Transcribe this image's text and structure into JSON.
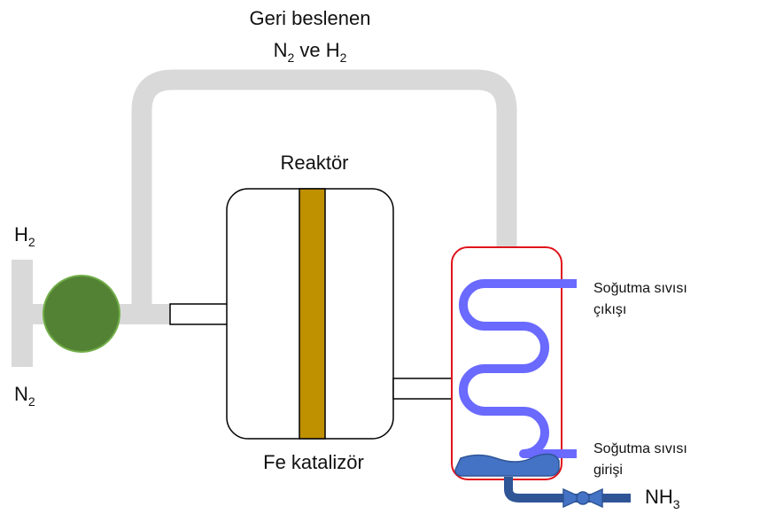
{
  "labels": {
    "recycle_line1": "Geri beslenen",
    "recycle_line2_n": "N",
    "recycle_line2_n_sub": "2",
    "recycle_line2_mid": " ve H",
    "recycle_line2_h_sub": "2",
    "h2_main": "H",
    "h2_sub": "2",
    "n2_main": "N",
    "n2_sub": "2",
    "reactor": "Reaktör",
    "catalyst": "Fe katalizör",
    "coolant_out_1": "Soğutma sıvısı",
    "coolant_out_2": "çıkışı",
    "coolant_in_1": "Soğutma sıvısı",
    "coolant_in_2": "girişi",
    "nh3_main": "NH",
    "nh3_sub": "3"
  },
  "colors": {
    "recycle_pipe": "#d9d9d9",
    "compressor": "#548235",
    "compressor_border": "#70ad47",
    "catalyst_bed": "#bf9000",
    "condenser_border": "#e0141c",
    "coolant_coil": "#6a6aff",
    "liquid_ammonia": "#4472c4",
    "product_pipe": "#2f5597"
  }
}
